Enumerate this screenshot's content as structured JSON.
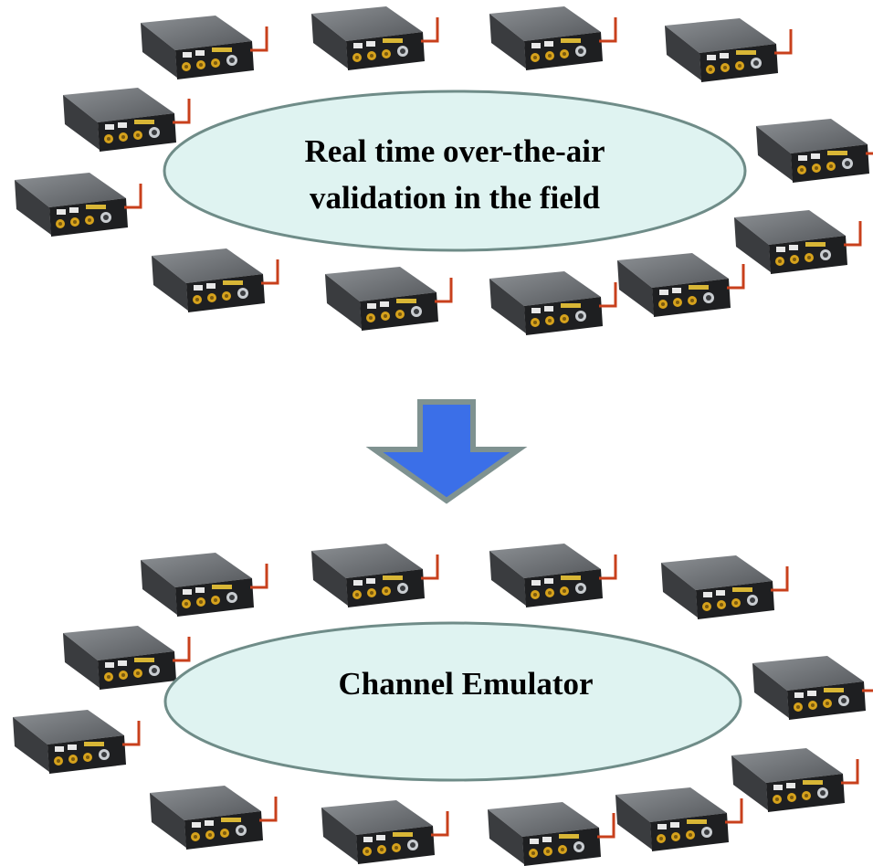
{
  "top_section": {
    "label_line1": "Real time over-the-air",
    "label_line2": "validation in the field"
  },
  "bottom_section": {
    "label": "Channel Emulator"
  },
  "colors": {
    "ellipse_fill": "#dff3f1",
    "ellipse_stroke": "#6f8c88",
    "arrow_fill": "#3b6fe8",
    "arrow_stroke": "#7f9290",
    "antenna": "#c8401c",
    "device_body": "#2a2a2a",
    "device_panel": "#1a1a1a",
    "connector": "#d6a21c"
  },
  "icons": {
    "device": "radio-device-icon",
    "arrow": "arrow-down-icon"
  }
}
